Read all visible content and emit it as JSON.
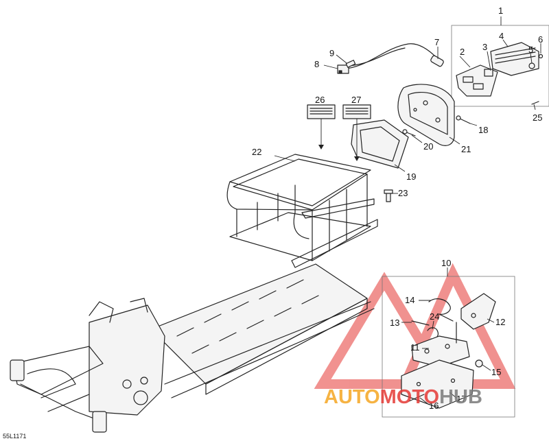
{
  "diagram": {
    "reference_code": "55L1171",
    "callouts": [
      {
        "id": "c1",
        "label": "1"
      },
      {
        "id": "c2",
        "label": "2"
      },
      {
        "id": "c3",
        "label": "3"
      },
      {
        "id": "c4",
        "label": "4"
      },
      {
        "id": "c5",
        "label": "5"
      },
      {
        "id": "c6",
        "label": "6"
      },
      {
        "id": "c7",
        "label": "7"
      },
      {
        "id": "c8",
        "label": "8"
      },
      {
        "id": "c9",
        "label": "9"
      },
      {
        "id": "c10",
        "label": "10"
      },
      {
        "id": "c11",
        "label": "11"
      },
      {
        "id": "c12",
        "label": "12"
      },
      {
        "id": "c13",
        "label": "13"
      },
      {
        "id": "c14",
        "label": "14"
      },
      {
        "id": "c15",
        "label": "15"
      },
      {
        "id": "c16",
        "label": "16"
      },
      {
        "id": "c17",
        "label": "17"
      },
      {
        "id": "c18",
        "label": "18"
      },
      {
        "id": "c19",
        "label": "19"
      },
      {
        "id": "c20",
        "label": "20"
      },
      {
        "id": "c21",
        "label": "21"
      },
      {
        "id": "c22",
        "label": "22"
      },
      {
        "id": "c23",
        "label": "23"
      },
      {
        "id": "c24",
        "label": "24"
      },
      {
        "id": "c25",
        "label": "25"
      },
      {
        "id": "c26",
        "label": "26"
      },
      {
        "id": "c27",
        "label": "27"
      }
    ]
  },
  "watermark": {
    "part1": "AUTO",
    "part2": "MOTO",
    "part3": "HUB",
    "color_orange": "#f5a623",
    "color_red": "#e53935",
    "color_gray": "#7a7a7a"
  }
}
